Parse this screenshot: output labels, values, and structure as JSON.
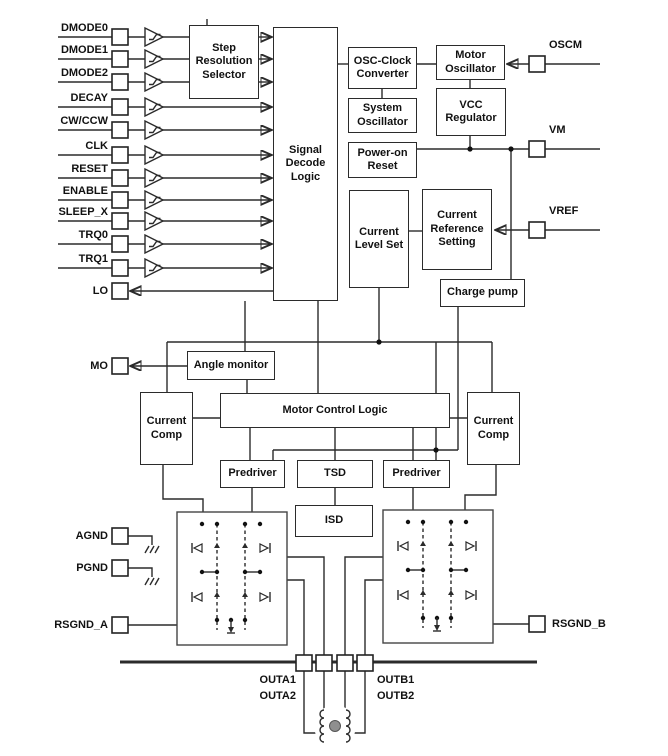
{
  "colors": {
    "line": "#2b2b2b",
    "text": "#111111",
    "background": "#ffffff",
    "rotor_fill": "#8f8f8f"
  },
  "pins": {
    "left": [
      {
        "label": "DMODE0"
      },
      {
        "label": "DMODE1"
      },
      {
        "label": "DMODE2"
      },
      {
        "label": "DECAY"
      },
      {
        "label": "CW/CCW"
      },
      {
        "label": "CLK"
      },
      {
        "label": "RESET"
      },
      {
        "label": "ENABLE"
      },
      {
        "label": "SLEEP_X"
      },
      {
        "label": "TRQ0"
      },
      {
        "label": "TRQ1"
      },
      {
        "label": "LO"
      },
      {
        "label": "MO"
      },
      {
        "label": "AGND"
      },
      {
        "label": "PGND"
      },
      {
        "label": "RSGND_A"
      }
    ],
    "right": [
      {
        "label": "OSCM"
      },
      {
        "label": "VM"
      },
      {
        "label": "VREF"
      },
      {
        "label": "RSGND_B"
      }
    ],
    "bottom": [
      {
        "label": "OUTA1"
      },
      {
        "label": "OUTA2"
      },
      {
        "label": "OUTB1"
      },
      {
        "label": "OUTB2"
      }
    ]
  },
  "blocks": {
    "step_resolution_selector": "Step Resolution Selector",
    "signal_decode_logic": "Signal Decode Logic",
    "osc_clock_converter": "OSC-Clock Converter",
    "motor_oscillator": "Motor Oscillator",
    "system_oscillator": "System Oscillator",
    "vcc_regulator": "VCC Regulator",
    "power_on_reset": "Power-on Reset",
    "current_level_set": "Current Level Set",
    "current_reference_setting": "Current Reference Setting",
    "charge_pump": "Charge pump",
    "angle_monitor": "Angle monitor",
    "current_comp_left": "Current Comp",
    "motor_control_logic": "Motor Control Logic",
    "current_comp_right": "Current Comp",
    "predriver_left": "Predriver",
    "tsd": "TSD",
    "predriver_right": "Predriver",
    "isd": "ISD"
  }
}
